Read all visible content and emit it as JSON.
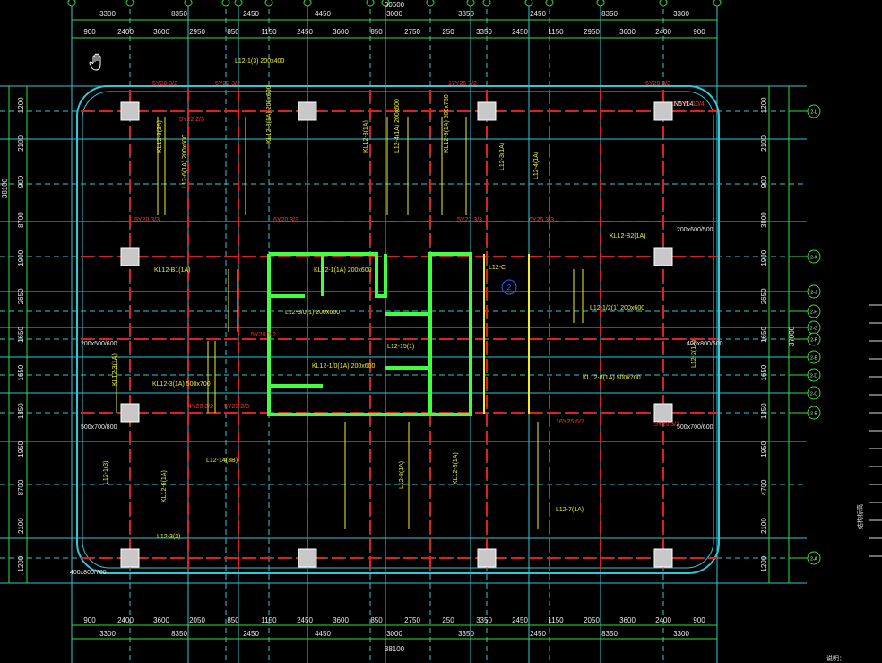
{
  "drawing": {
    "top_dims_row1": [
      "3300",
      "8350",
      "2450",
      "4450",
      "3000",
      "3350",
      "2450",
      "8350",
      "3300"
    ],
    "top_total": "30600",
    "top_dims_row2": [
      "900",
      "2400",
      "3600",
      "2950",
      "850",
      "1150",
      "2450",
      "3600",
      "850",
      "2750",
      "250",
      "3350",
      "2450",
      "1150",
      "2950",
      "3600",
      "2400",
      "900"
    ],
    "bottom_dims_row1": [
      "900",
      "2400",
      "3600",
      "2050",
      "850",
      "1150",
      "2450",
      "3600",
      "850",
      "2750",
      "250",
      "3350",
      "2450",
      "1150",
      "2050",
      "3600",
      "2400",
      "900"
    ],
    "bottom_dims_row2": [
      "3300",
      "8350",
      "2450",
      "4450",
      "3000",
      "3350",
      "2450",
      "8350",
      "3300"
    ],
    "bottom_total": "38100",
    "left_dims": [
      "1200",
      "2100",
      "900",
      "8700",
      "1900",
      "2650",
      "1650",
      "1650",
      "1350",
      "1950",
      "8700",
      "2100",
      "1200"
    ],
    "right_dims": [
      "1200",
      "2100",
      "900",
      "3800",
      "1900",
      "2650",
      "1650",
      "1650",
      "1350",
      "1950",
      "4700",
      "2100",
      "1200"
    ],
    "right_axes": [
      "2-L",
      "2-K",
      "2-J",
      "2-H",
      "2-G",
      "2-F",
      "2-E",
      "2-D",
      "2-C",
      "2-B",
      "2-A"
    ],
    "side_total": "37000",
    "side_total_left": "38100",
    "beam_labels_yellow": [
      "L12-1(3) 200x400",
      "KL12-9(3A)",
      "L12-6(1A) 200x600",
      "KL12-8(1A) 200x600",
      "KL12-8(1A)",
      "L12-4(1A) 200x600",
      "KL12-8(1A) 500x750",
      "L12-3(1A)",
      "L12-4(1A)",
      "KL12-B2(1A)",
      "KL12-B1(1A)",
      "L12-3/0(1) 200x600",
      "KL12-1/0(1A) 200x600",
      "KL12-1(1A) 200x600",
      "L12-15(1)",
      "L12-C",
      "L12-1/2(1) 200x600",
      "KL12-8(1A) 500x700",
      "KL12-3(1A) 500x700",
      "L12-14(3B)",
      "L12-3(3)",
      "L12-8(1A)",
      "L12-7(1A)",
      "KL12-8(1A)",
      "L12-1(3)",
      "KL12-6(1A)",
      "KL12-3(1A)",
      "L12-2(1A)"
    ],
    "beam_labels_red": [
      "5Y20 3/2",
      "5Y22 3/2",
      "17Y25 7/2",
      "5Y20 3/3",
      "6Y20 3/3",
      "5Y22 3/3",
      "6Y25 3/3",
      "6Y20 3/3",
      "5Y22 2/3",
      "17Y25 10/4",
      "4Y20 2/2",
      "5Y22 2/3",
      "5Y20 3/2",
      "16Y25 6/7",
      "5Y20 3/2"
    ],
    "section_labels": [
      "500x700/800",
      "200x500/600",
      "200x600/500",
      "400x800/600",
      "N6Y14",
      "500x700/600",
      "400x800/700"
    ],
    "scale_label": "结构标高",
    "footnote": "说明："
  }
}
